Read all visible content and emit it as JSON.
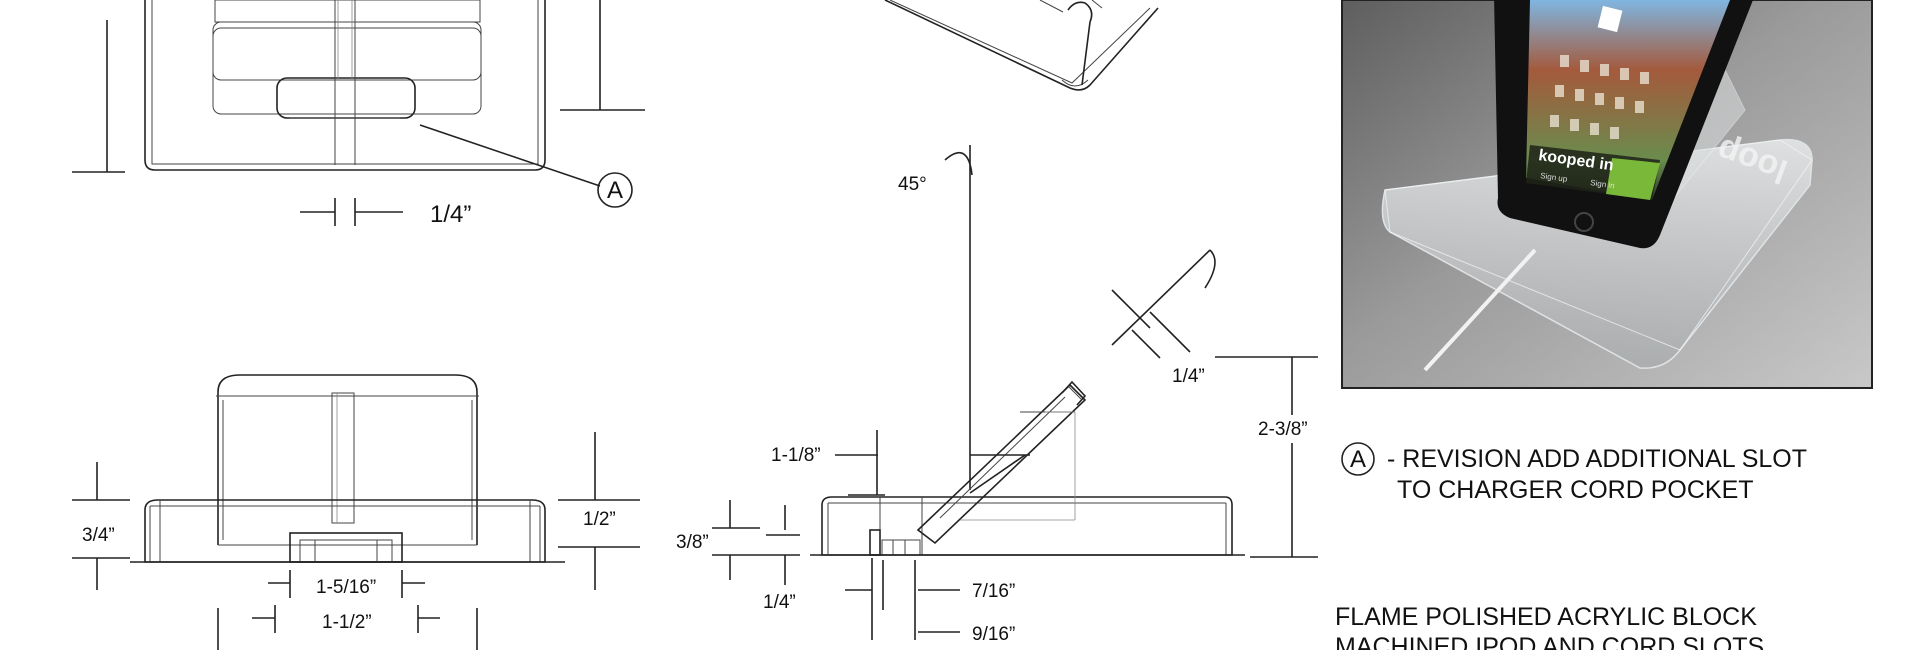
{
  "dimensions": {
    "top_view_slot_width": "1/4”",
    "front_height_total": "3/4”",
    "front_height_right": "1/2”",
    "front_slot_width": "1-5/16”",
    "front_pocket_width": "1-1/2”",
    "side_angle": "45°",
    "side_slot_height": "1-1/8”",
    "side_base_height": "3/8”",
    "side_bottom_gap": "1/4”",
    "side_slot_depth_1": "7/16”",
    "side_slot_depth_2": "9/16”",
    "side_slot_thickness": "1/4”",
    "side_total_height": "2-3/8”"
  },
  "callout": {
    "marker": "A"
  },
  "notes": {
    "revision_line1": "- REVISION ADD ADDITIONAL SLOT",
    "revision_line2": "TO CHARGER CORD POCKET",
    "material_line1": "FLAME POLISHED ACRYLIC BLOCK",
    "material_line2": "MACHINED IPOD AND CORD SLOTS"
  },
  "render_photo": {
    "app_brand": "kooped in",
    "signup_label": "Sign up",
    "signin_label": "Sign in",
    "block_logo": "loop"
  },
  "colors": {
    "line": "#222222",
    "render_bg": "#8a8a8a",
    "phone_body": "#111111",
    "app_green": "#7ab83a"
  }
}
